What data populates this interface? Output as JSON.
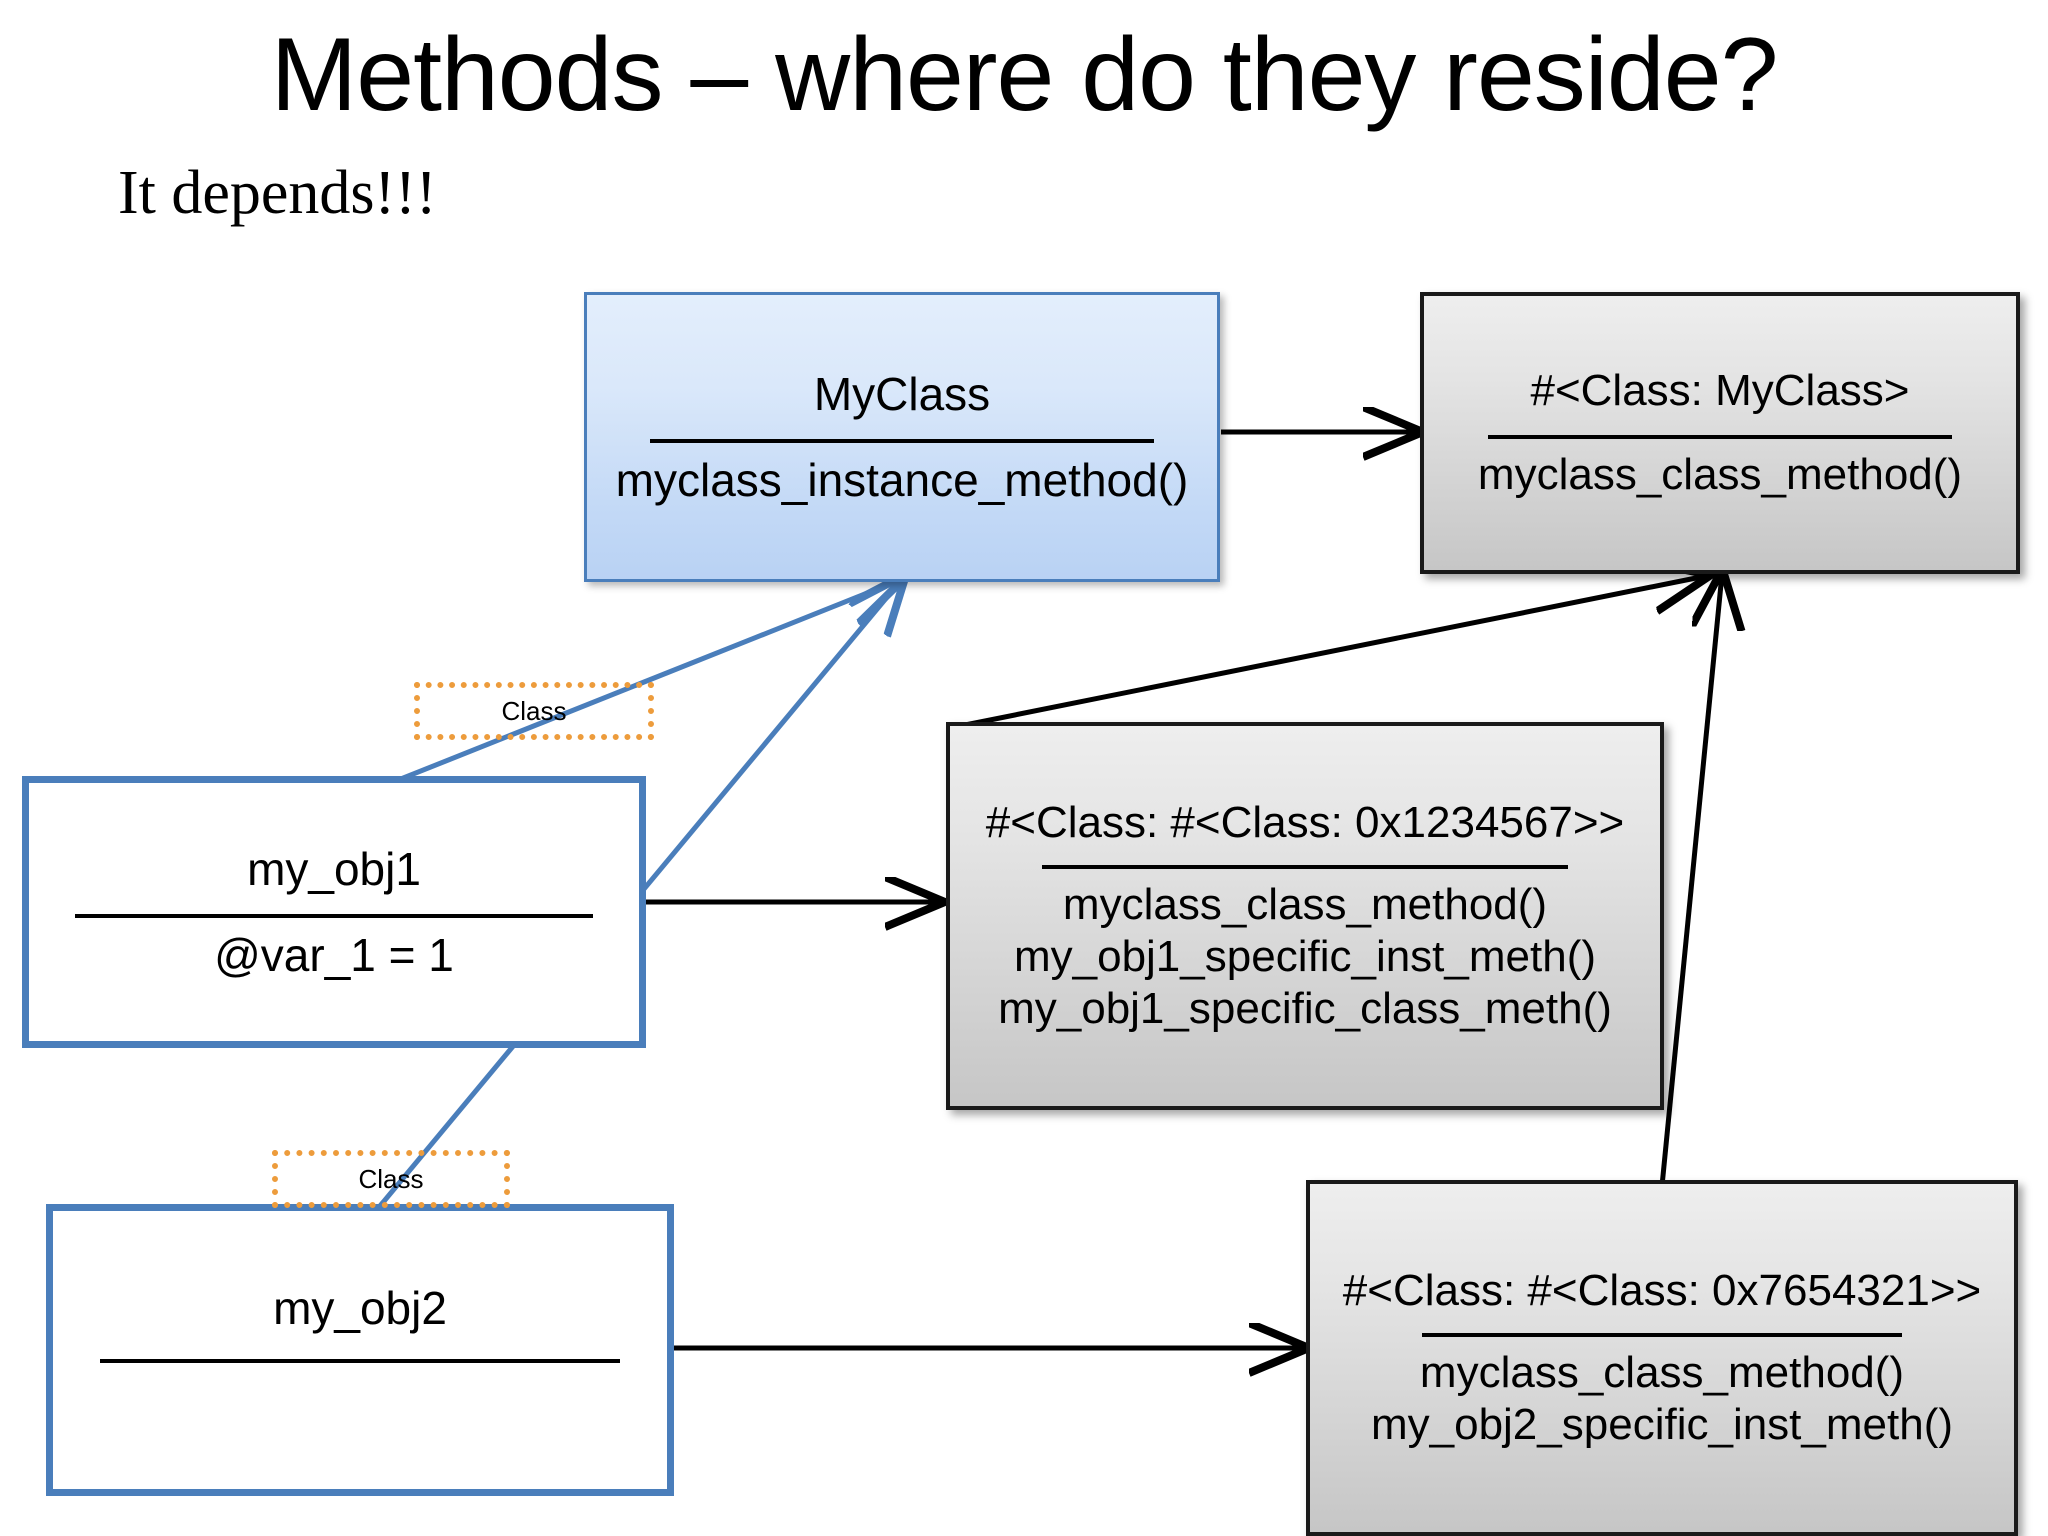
{
  "slide": {
    "title": "Methods – where do they reside?",
    "subtitle": "It depends!!!"
  },
  "boxes": {
    "myclass": {
      "name": "MyClass",
      "members": [
        "myclass_instance_method()"
      ]
    },
    "myclass_meta": {
      "name": "#<Class: MyClass>",
      "members": [
        "myclass_class_method()"
      ]
    },
    "my_obj1": {
      "name": "my_obj1",
      "members": [
        "@var_1 = 1"
      ]
    },
    "my_obj2": {
      "name": "my_obj2",
      "members": [
        ""
      ]
    },
    "obj1_singleton": {
      "name": "#<Class: #<Class: 0x1234567>>",
      "members": [
        "myclass_class_method()",
        "my_obj1_specific_inst_meth()",
        "my_obj1_specific_class_meth()"
      ]
    },
    "obj2_singleton": {
      "name": "#<Class: #<Class: 0x7654321>>",
      "members": [
        "myclass_class_method()",
        "my_obj2_specific_inst_meth()"
      ]
    }
  },
  "tags": {
    "class_label_obj1": "Class",
    "class_label_obj2": "Class"
  },
  "colors": {
    "blue_border": "#4a7ebb",
    "blue_fill_top": "#e3eefc",
    "blue_fill_bottom": "#b9d2f4",
    "grey_fill_top": "#eeeeee",
    "grey_fill_bottom": "#c6c6c6",
    "grey_border": "#1a1a1a",
    "tag_orange": "#ed9c3c",
    "arrow_black": "#000000",
    "arrow_blue": "#4a7ebb",
    "text": "#000000",
    "background": "#ffffff"
  }
}
